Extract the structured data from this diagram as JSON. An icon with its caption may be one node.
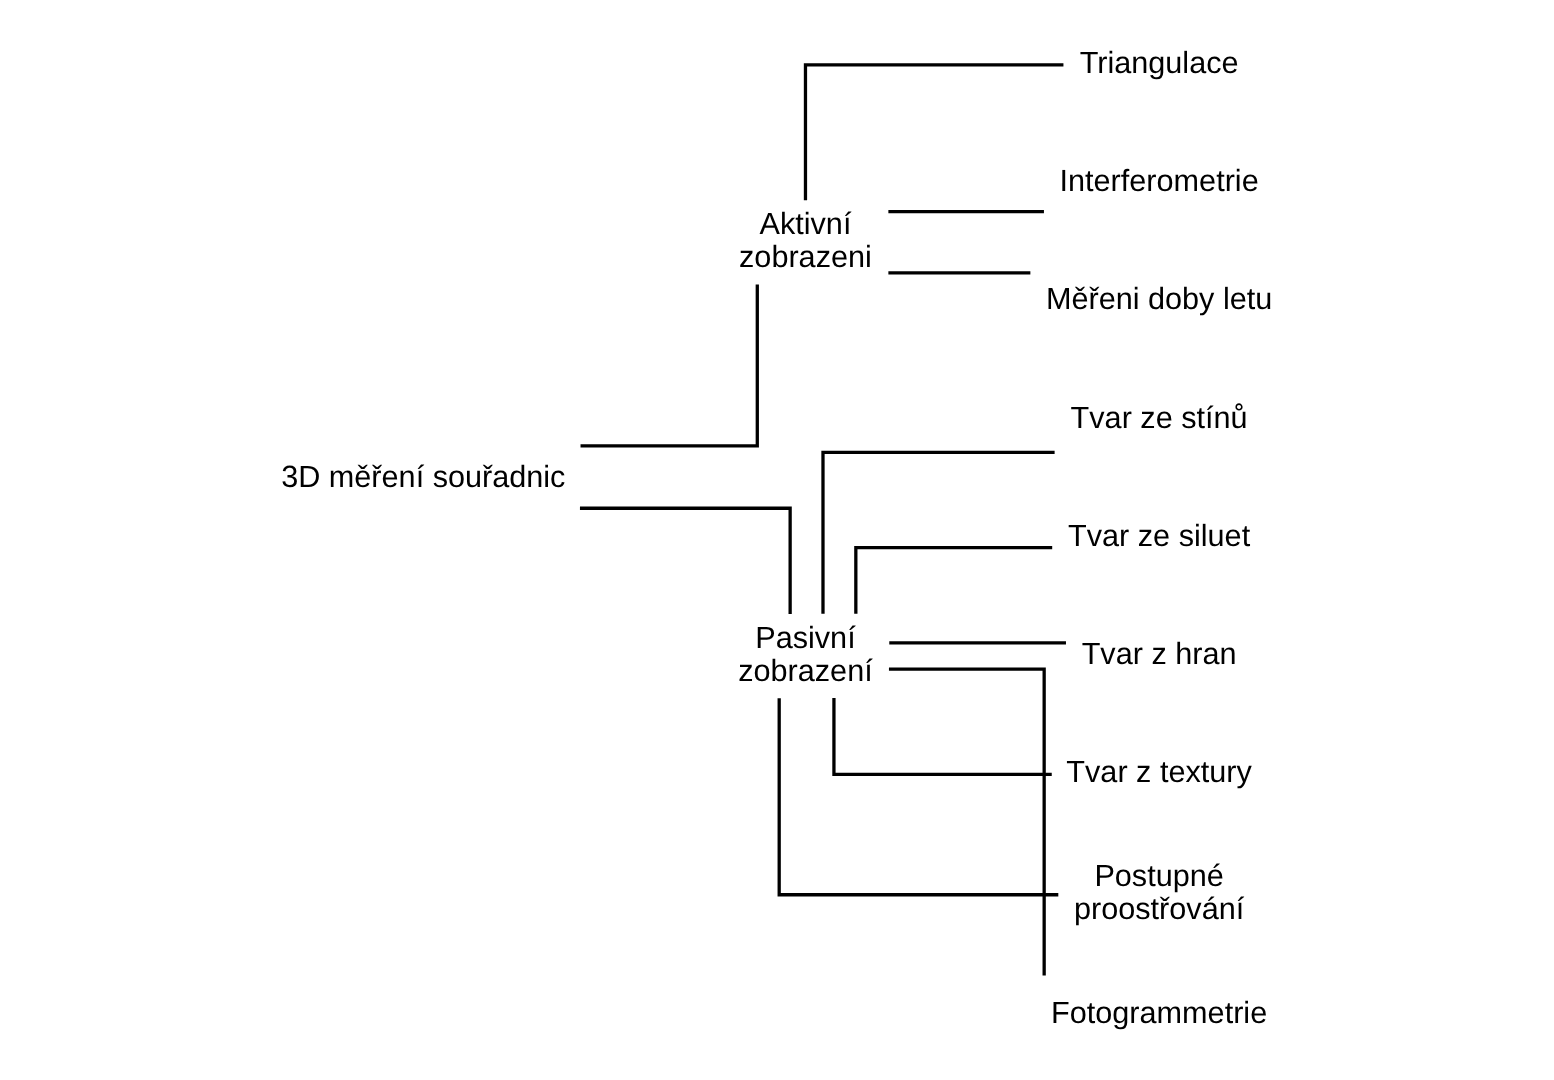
{
  "diagram": {
    "nodes": [
      {
        "text": [
          "3D měření souřadnic"
        ]
      },
      {
        "text": [
          "Aktivní zobrazeni"
        ]
      },
      {
        "text": [
          "Triangulace"
        ]
      },
      {
        "text": [
          "Interferometrie"
        ]
      },
      {
        "text": [
          "Měřeni doby letu"
        ]
      },
      {
        "text": [
          "Pasivní zobrazení"
        ]
      },
      {
        "text": [
          "Tvar ze stínů"
        ]
      },
      {
        "text": [
          "Tvar ze siluet"
        ]
      },
      {
        "text": [
          "Tvar z hran"
        ]
      },
      {
        "text": [
          "Tvar z textury"
        ]
      },
      {
        "text": [
          "Postupné proostřování"
        ]
      },
      {
        "text": [
          "Fotogrammetrie"
        ]
      }
    ],
    "edges": [
      {
        "from": 0,
        "to": 1,
        "arrow": "none"
      },
      {
        "from": 0,
        "to": 5,
        "arrow": "none"
      },
      {
        "from": 1,
        "to": 2,
        "arrow": "none"
      },
      {
        "from": 1,
        "to": 3,
        "arrow": "none"
      },
      {
        "from": 1,
        "to": 4,
        "arrow": "none"
      },
      {
        "from": 5,
        "to": 6,
        "arrow": "none"
      },
      {
        "from": 5,
        "to": 7,
        "arrow": "none"
      },
      {
        "from": 5,
        "to": 8,
        "arrow": "none"
      },
      {
        "from": 5,
        "to": 9,
        "arrow": "none"
      },
      {
        "from": 5,
        "to": 10,
        "arrow": "none"
      },
      {
        "from": 5,
        "to": 11,
        "arrow": "none"
      }
    ]
  }
}
